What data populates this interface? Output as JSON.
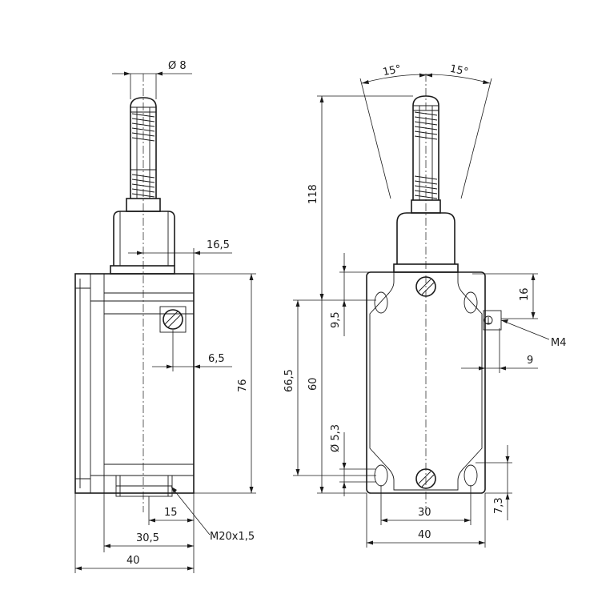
{
  "dimensions": {
    "rod_diameter": "Ø 8",
    "head_offset": "16,5",
    "screw_offset": "6,5",
    "body_height_side": "76",
    "thread_offset": "15",
    "thread_width": "30,5",
    "depth": "40",
    "thread": "M20x1,5",
    "angle_left": "15°",
    "angle_right": "15°",
    "overall_height": "118",
    "top_offset": "9,5",
    "total_height": "66,5",
    "hole_pitch": "60",
    "hole_diameter": "Ø 5,3",
    "terminal_height": "16",
    "ground_screw": "M4",
    "ground_offset": "9",
    "bottom_offset": "7,3",
    "hole_spacing": "30",
    "width_front": "40"
  }
}
